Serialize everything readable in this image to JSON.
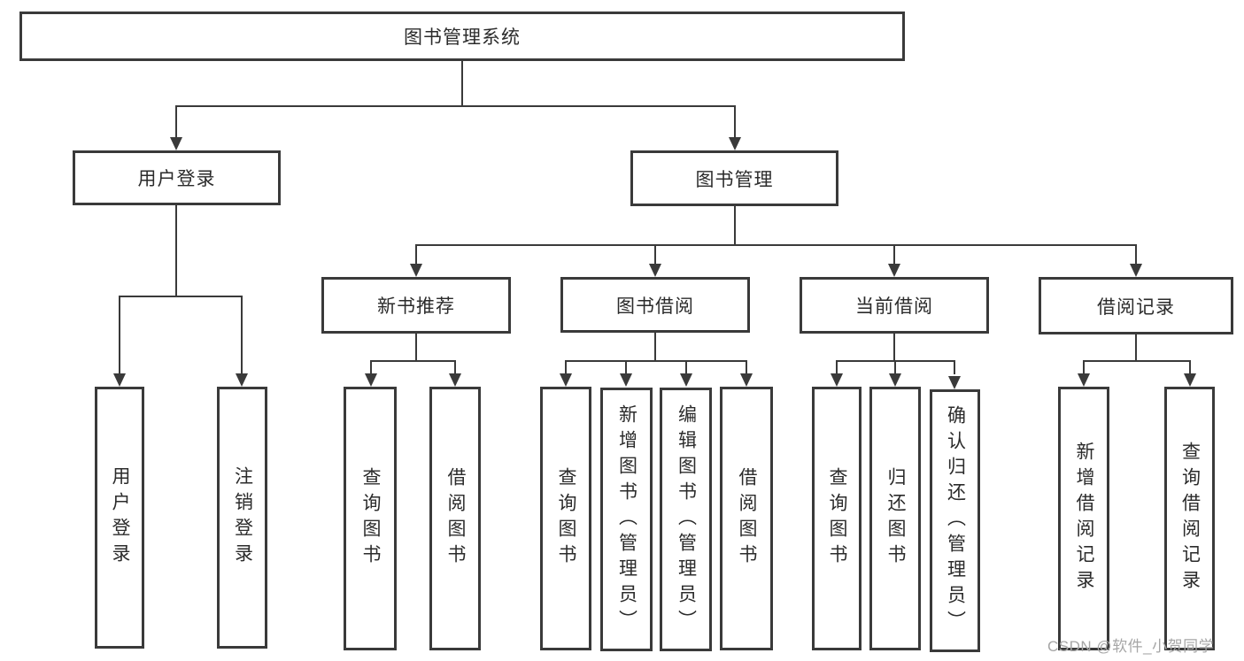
{
  "diagram_title": "图书管理系统",
  "colors": {
    "line": "#3a3a3a",
    "box_border": "#3a3a3a",
    "text": "#2b2b2b",
    "background": "#ffffff",
    "watermark": "#a6a6a6"
  },
  "nodes": {
    "root": {
      "label": "图书管理系统"
    },
    "branches": [
      {
        "label": "用户登录"
      },
      {
        "label": "图书管理"
      }
    ],
    "modules": [
      {
        "label": "新书推荐"
      },
      {
        "label": "图书借阅"
      },
      {
        "label": "当前借阅"
      },
      {
        "label": "借阅记录"
      }
    ],
    "leaves": [
      {
        "label": "用户登录",
        "parent": "用户登录"
      },
      {
        "label": "注销登录",
        "parent": "用户登录"
      },
      {
        "label": "查询图书",
        "parent": "新书推荐"
      },
      {
        "label": "借阅图书",
        "parent": "新书推荐"
      },
      {
        "label": "查询图书",
        "parent": "图书借阅"
      },
      {
        "label": "新增图书（管理员）",
        "parent": "图书借阅"
      },
      {
        "label": "编辑图书（管理员）",
        "parent": "图书借阅"
      },
      {
        "label": "借阅图书",
        "parent": "图书借阅"
      },
      {
        "label": "查询图书",
        "parent": "当前借阅"
      },
      {
        "label": "归还图书",
        "parent": "当前借阅"
      },
      {
        "label": "确认归还（管理员）",
        "parent": "当前借阅"
      },
      {
        "label": "新增借阅记录",
        "parent": "借阅记录"
      },
      {
        "label": "查询借阅记录",
        "parent": "借阅记录"
      }
    ]
  },
  "watermark": {
    "text": "CSDN @软件_小贺同学"
  }
}
